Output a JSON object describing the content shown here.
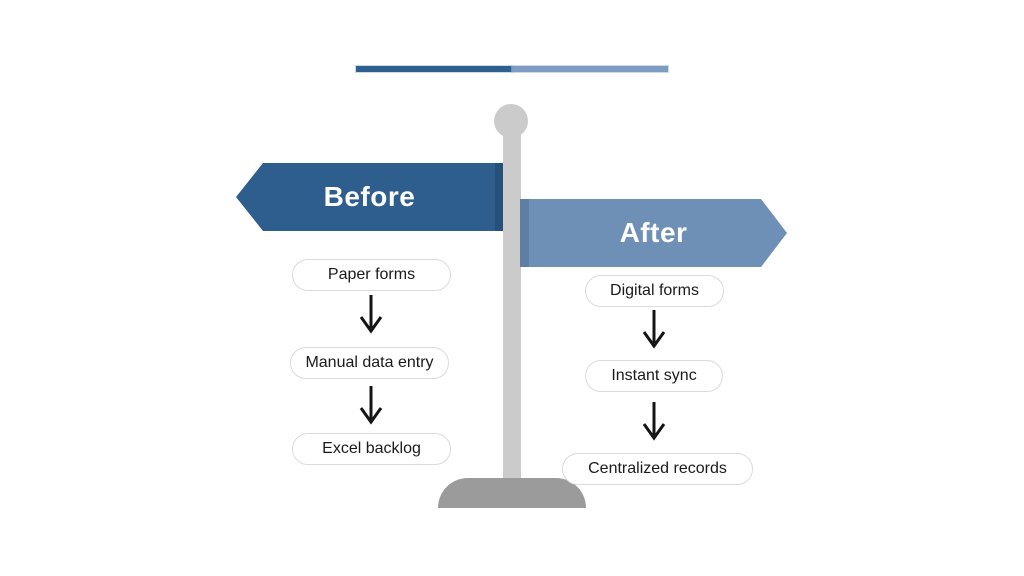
{
  "progress_bar": {
    "segments": [
      {
        "name": "before-segment",
        "color": "#2d5f8f"
      },
      {
        "name": "after-segment",
        "color": "#7e9cc1"
      }
    ]
  },
  "signpost": {
    "pole_color": "#cbcbcb",
    "base_color": "#9b9b9b",
    "before_sign": {
      "label": "Before",
      "color": "#2d5e8e",
      "shade_color": "#264f79",
      "text_color": "#ffffff"
    },
    "after_sign": {
      "label": "After",
      "color": "#6e90b6",
      "shade_color": "#5e7ea3",
      "text_color": "#ffffff"
    }
  },
  "before_flow": {
    "steps": [
      {
        "label": "Paper forms"
      },
      {
        "label": "Manual data entry"
      },
      {
        "label": "Excel backlog"
      }
    ]
  },
  "after_flow": {
    "steps": [
      {
        "label": "Digital forms"
      },
      {
        "label": "Instant sync"
      },
      {
        "label": "Centralized records"
      }
    ]
  },
  "arrow_color": "#141414"
}
